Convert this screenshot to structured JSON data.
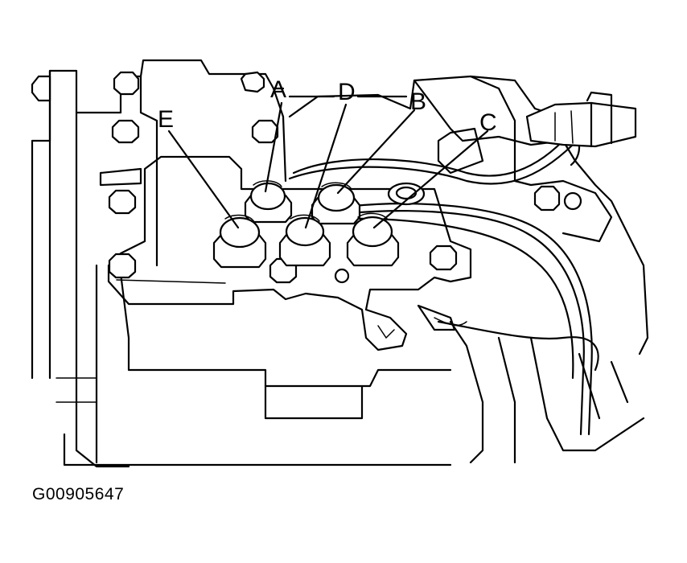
{
  "figure": {
    "id_code": "G00905647",
    "callouts": [
      {
        "key": "A",
        "letter": "A"
      },
      {
        "key": "D",
        "letter": "D"
      },
      {
        "key": "B",
        "letter": "B"
      },
      {
        "key": "C",
        "letter": "C"
      },
      {
        "key": "E",
        "letter": "E"
      }
    ]
  }
}
